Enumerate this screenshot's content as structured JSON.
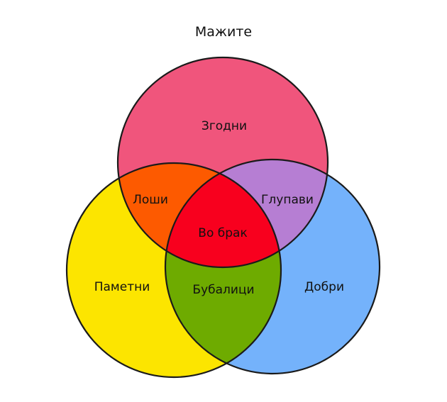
{
  "title": "Мажите",
  "sets": [
    {
      "id": "top",
      "label": "Згодни",
      "color": "#f0557c"
    },
    {
      "id": "left",
      "label": "Паметни",
      "color": "#fce500"
    },
    {
      "id": "right",
      "label": "Добри",
      "color": "#74b2fb"
    }
  ],
  "intersections": {
    "top_left": {
      "label": "Лоши",
      "color": "#fd5a00"
    },
    "top_right": {
      "label": "Глупави",
      "color": "#b67ed3"
    },
    "left_right": {
      "label": "Бубалици",
      "color": "#6eab00"
    },
    "all": {
      "label": "Во брак",
      "color": "#f8001e"
    }
  },
  "outline_color": "#1a1a1a"
}
